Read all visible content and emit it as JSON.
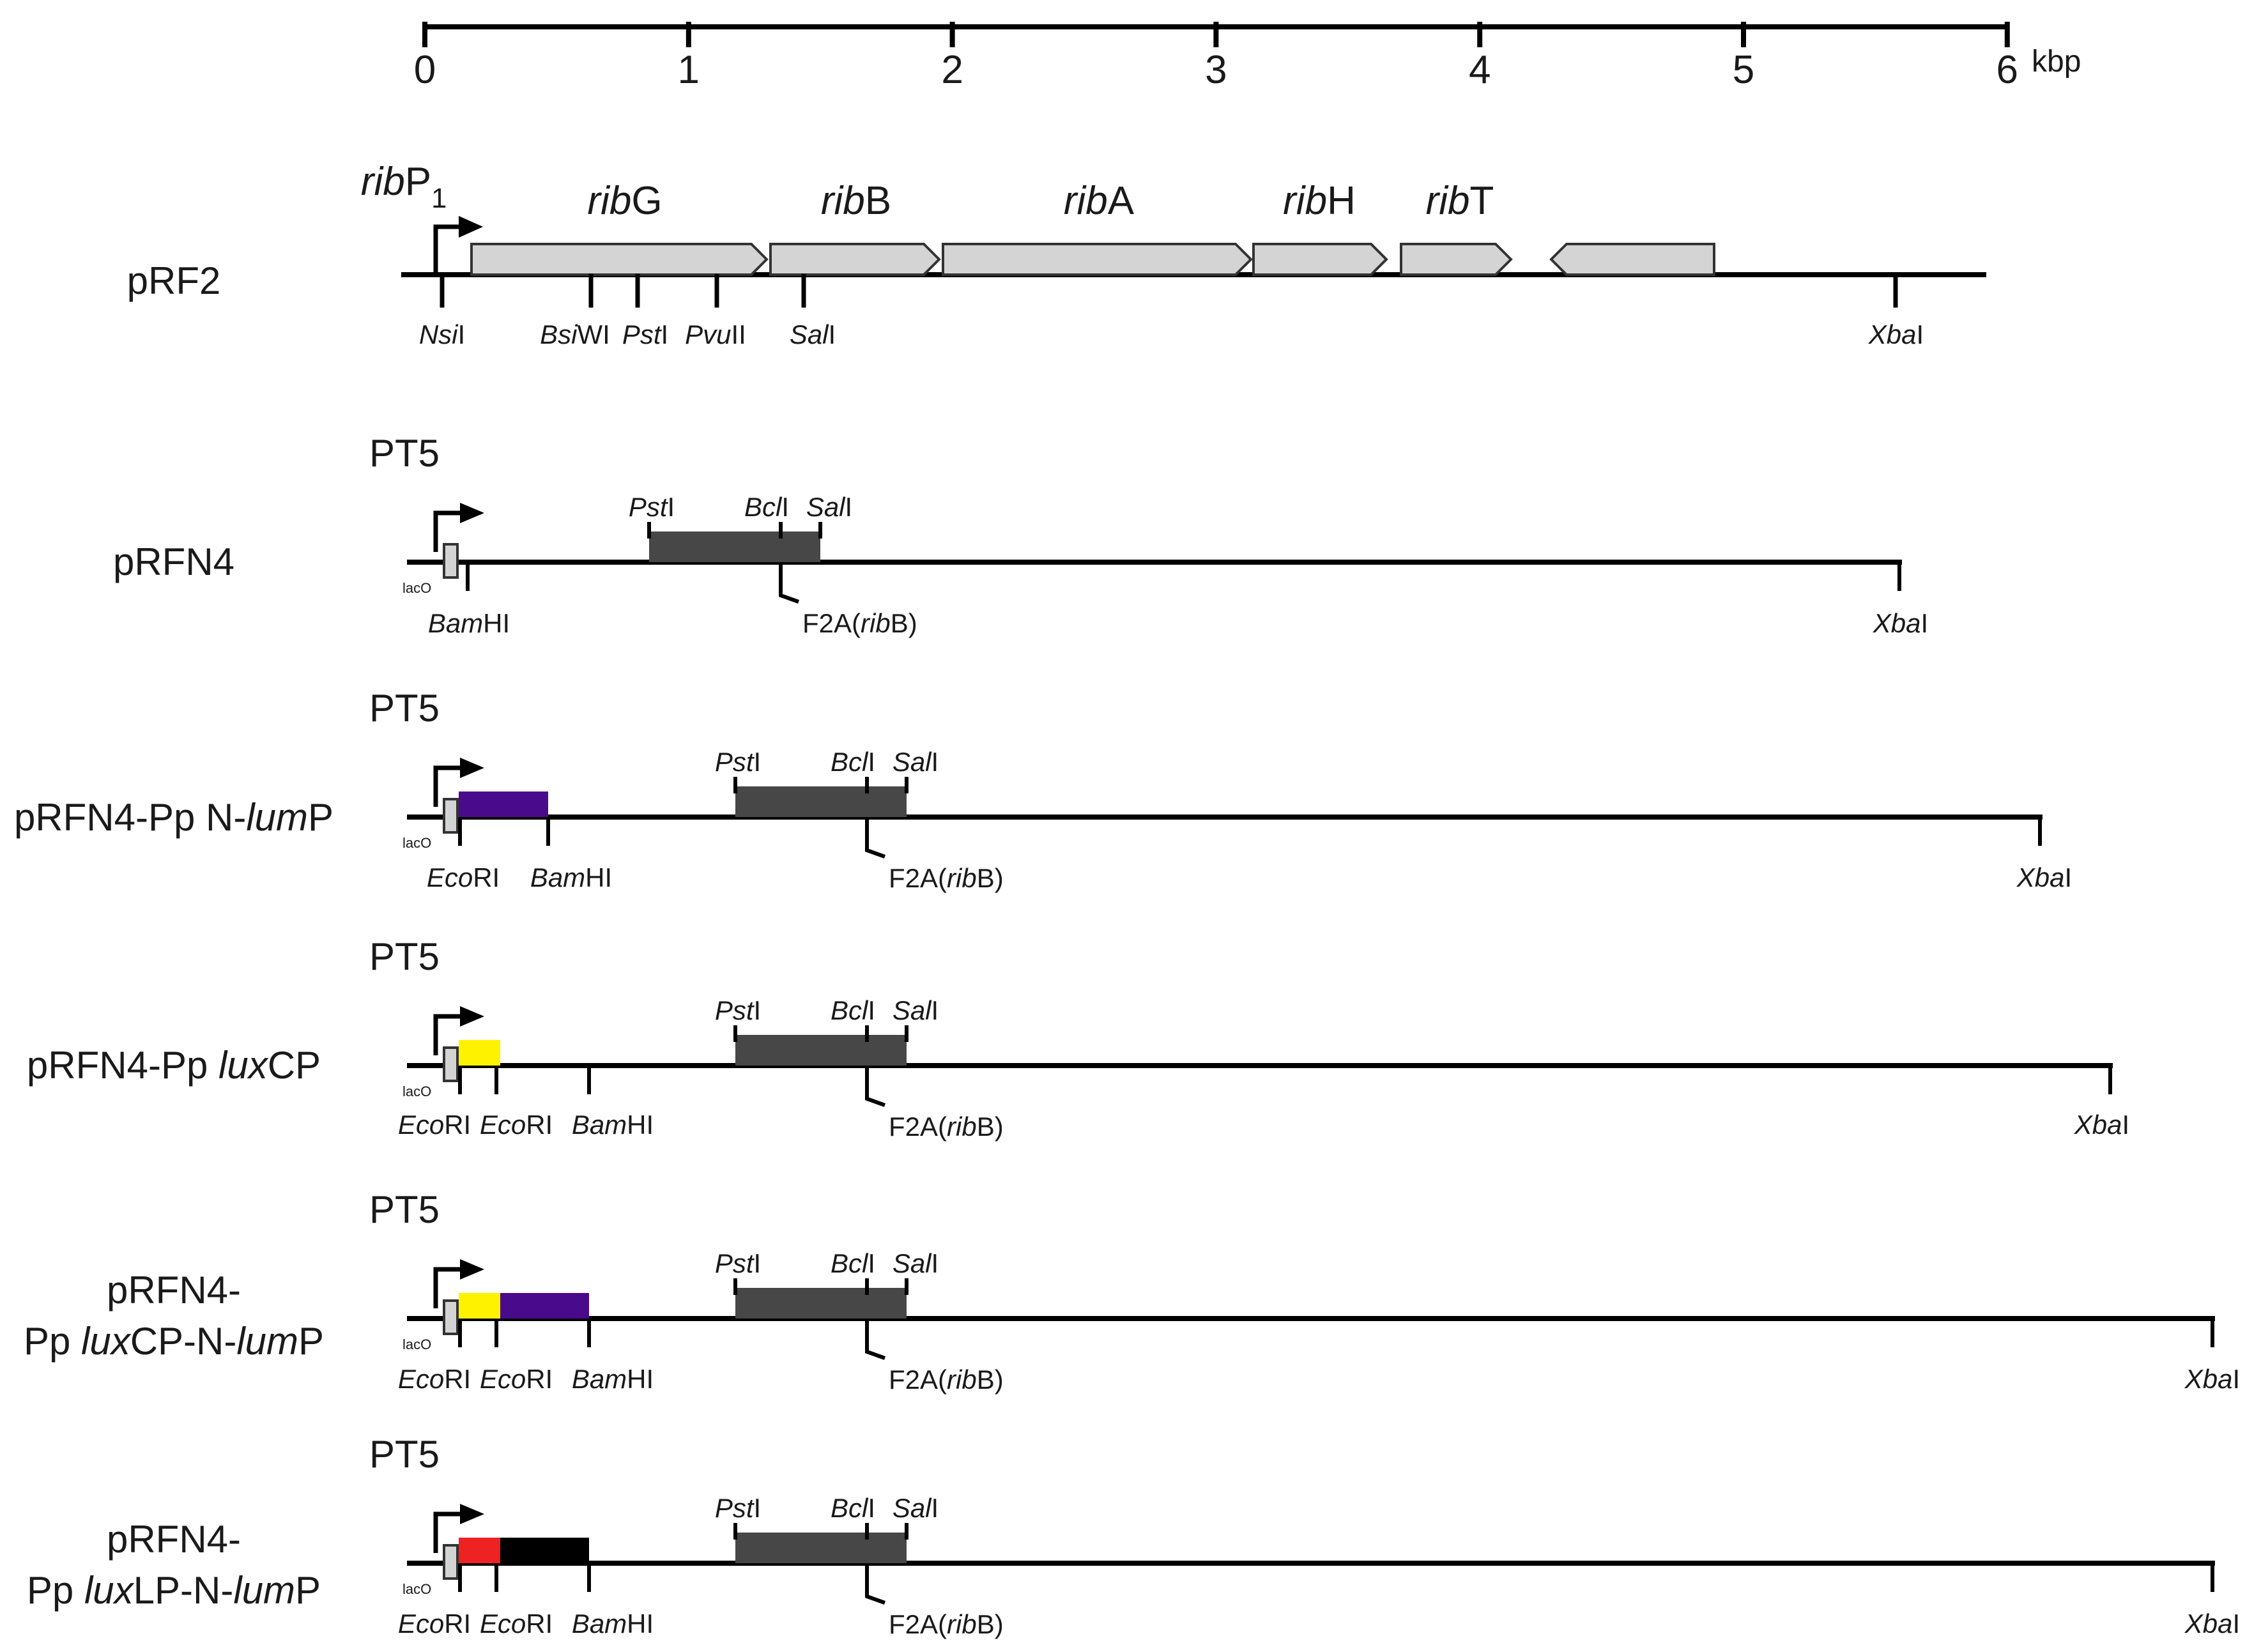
{
  "scale": {
    "ticks": [
      "0",
      "1",
      "2",
      "3",
      "4",
      "5",
      "6"
    ],
    "unit": "kbp"
  },
  "constructs": [
    {
      "name_lines": [
        {
          "parts": [
            {
              "t": "pRF2",
              "i": false
            }
          ]
        }
      ],
      "promoter": {
        "parts": [
          {
            "t": "rib",
            "i": true
          },
          {
            "t": "P",
            "i": false
          }
        ],
        "sub": "1"
      },
      "genes": [
        {
          "parts": [
            {
              "t": "rib",
              "i": true
            },
            {
              "t": "G",
              "i": false
            }
          ]
        },
        {
          "parts": [
            {
              "t": "rib",
              "i": true
            },
            {
              "t": "B",
              "i": false
            }
          ]
        },
        {
          "parts": [
            {
              "t": "rib",
              "i": true
            },
            {
              "t": "A",
              "i": false
            }
          ]
        },
        {
          "parts": [
            {
              "t": "rib",
              "i": true
            },
            {
              "t": "H",
              "i": false
            }
          ]
        },
        {
          "parts": [
            {
              "t": "rib",
              "i": true
            },
            {
              "t": "T",
              "i": false
            }
          ]
        },
        {
          "parts": []
        }
      ],
      "sites": [
        {
          "parts": [
            {
              "t": "Nsi",
              "i": true
            },
            {
              "t": "I",
              "i": false
            }
          ]
        },
        {
          "parts": [
            {
              "t": "Bsi",
              "i": true
            },
            {
              "t": "WI",
              "i": false
            }
          ]
        },
        {
          "parts": [
            {
              "t": "Pst",
              "i": true
            },
            {
              "t": "I",
              "i": false
            }
          ]
        },
        {
          "parts": [
            {
              "t": "Pvu",
              "i": true
            },
            {
              "t": "II",
              "i": false
            }
          ]
        },
        {
          "parts": [
            {
              "t": "Sal",
              "i": true
            },
            {
              "t": "I",
              "i": false
            }
          ]
        },
        {
          "parts": [
            {
              "t": "Xba",
              "i": true
            },
            {
              "t": "I",
              "i": false
            }
          ]
        }
      ]
    },
    {
      "name_lines": [
        {
          "parts": [
            {
              "t": "pRFN4",
              "i": false
            }
          ]
        }
      ],
      "promoter_label": "PT5",
      "operator_label": "lacO",
      "upper_sites": [
        {
          "parts": [
            {
              "t": "Pst",
              "i": true
            },
            {
              "t": "I",
              "i": false
            }
          ]
        },
        {
          "parts": [
            {
              "t": "Bcl",
              "i": true
            },
            {
              "t": "I",
              "i": false
            }
          ]
        },
        {
          "parts": [
            {
              "t": "Sal",
              "i": true
            },
            {
              "t": "I",
              "i": false
            }
          ]
        }
      ],
      "lower_sites": [
        {
          "parts": [
            {
              "t": "Bam",
              "i": true
            },
            {
              "t": "HI",
              "i": false
            }
          ]
        },
        {
          "parts": [
            {
              "t": "Xba",
              "i": true
            },
            {
              "t": "I",
              "i": false
            }
          ]
        }
      ],
      "fusion": {
        "parts": [
          {
            "t": "F2A(",
            "i": false
          },
          {
            "t": "rib",
            "i": true
          },
          {
            "t": "B)",
            "i": false
          }
        ]
      }
    },
    {
      "name_lines": [
        {
          "parts": [
            {
              "t": "pRFN4-Pp N-",
              "i": false
            },
            {
              "t": "lum",
              "i": true
            },
            {
              "t": "P",
              "i": false
            }
          ]
        }
      ],
      "promoter_label": "PT5",
      "operator_label": "lacO",
      "insert_colors": [
        "#4a0a8c"
      ],
      "upper_sites": [
        {
          "parts": [
            {
              "t": "Pst",
              "i": true
            },
            {
              "t": "I",
              "i": false
            }
          ]
        },
        {
          "parts": [
            {
              "t": "Bcl",
              "i": true
            },
            {
              "t": "I",
              "i": false
            }
          ]
        },
        {
          "parts": [
            {
              "t": "Sal",
              "i": true
            },
            {
              "t": "I",
              "i": false
            }
          ]
        }
      ],
      "lower_sites": [
        {
          "parts": [
            {
              "t": "Eco",
              "i": true
            },
            {
              "t": "RI",
              "i": false
            }
          ]
        },
        {
          "parts": [
            {
              "t": "Bam",
              "i": true
            },
            {
              "t": "HI",
              "i": false
            }
          ]
        },
        {
          "parts": [
            {
              "t": "Xba",
              "i": true
            },
            {
              "t": "I",
              "i": false
            }
          ]
        }
      ],
      "fusion": {
        "parts": [
          {
            "t": "F2A(",
            "i": false
          },
          {
            "t": "rib",
            "i": true
          },
          {
            "t": "B)",
            "i": false
          }
        ]
      }
    },
    {
      "name_lines": [
        {
          "parts": [
            {
              "t": "pRFN4-Pp ",
              "i": false
            },
            {
              "t": "lux",
              "i": true
            },
            {
              "t": "CP",
              "i": false
            }
          ]
        }
      ],
      "promoter_label": "PT5",
      "operator_label": "lacO",
      "insert_colors": [
        "#fff200"
      ],
      "upper_sites": [
        {
          "parts": [
            {
              "t": "Pst",
              "i": true
            },
            {
              "t": "I",
              "i": false
            }
          ]
        },
        {
          "parts": [
            {
              "t": "Bcl",
              "i": true
            },
            {
              "t": "I",
              "i": false
            }
          ]
        },
        {
          "parts": [
            {
              "t": "Sal",
              "i": true
            },
            {
              "t": "I",
              "i": false
            }
          ]
        }
      ],
      "lower_sites": [
        {
          "parts": [
            {
              "t": "Eco",
              "i": true
            },
            {
              "t": "RI",
              "i": false
            }
          ]
        },
        {
          "parts": [
            {
              "t": "Eco",
              "i": true
            },
            {
              "t": "RI",
              "i": false
            }
          ]
        },
        {
          "parts": [
            {
              "t": "Bam",
              "i": true
            },
            {
              "t": "HI",
              "i": false
            }
          ]
        },
        {
          "parts": [
            {
              "t": "Xba",
              "i": true
            },
            {
              "t": "I",
              "i": false
            }
          ]
        }
      ],
      "fusion": {
        "parts": [
          {
            "t": "F2A(",
            "i": false
          },
          {
            "t": "rib",
            "i": true
          },
          {
            "t": "B)",
            "i": false
          }
        ]
      }
    },
    {
      "name_lines": [
        {
          "parts": [
            {
              "t": "pRFN4-",
              "i": false
            }
          ]
        },
        {
          "parts": [
            {
              "t": "Pp ",
              "i": false
            },
            {
              "t": "lux",
              "i": true
            },
            {
              "t": "CP-N-",
              "i": false
            },
            {
              "t": "lum",
              "i": true
            },
            {
              "t": "P",
              "i": false
            }
          ]
        }
      ],
      "promoter_label": "PT5",
      "operator_label": "lacO",
      "insert_colors": [
        "#fff200",
        "#4a0a8c"
      ],
      "upper_sites": [
        {
          "parts": [
            {
              "t": "Pst",
              "i": true
            },
            {
              "t": "I",
              "i": false
            }
          ]
        },
        {
          "parts": [
            {
              "t": "Bcl",
              "i": true
            },
            {
              "t": "I",
              "i": false
            }
          ]
        },
        {
          "parts": [
            {
              "t": "Sal",
              "i": true
            },
            {
              "t": "I",
              "i": false
            }
          ]
        }
      ],
      "lower_sites": [
        {
          "parts": [
            {
              "t": "Eco",
              "i": true
            },
            {
              "t": "RI",
              "i": false
            }
          ]
        },
        {
          "parts": [
            {
              "t": "Eco",
              "i": true
            },
            {
              "t": "RI",
              "i": false
            }
          ]
        },
        {
          "parts": [
            {
              "t": "Bam",
              "i": true
            },
            {
              "t": "HI",
              "i": false
            }
          ]
        },
        {
          "parts": [
            {
              "t": "Xba",
              "i": true
            },
            {
              "t": "I",
              "i": false
            }
          ]
        }
      ],
      "fusion": {
        "parts": [
          {
            "t": "F2A(",
            "i": false
          },
          {
            "t": "rib",
            "i": true
          },
          {
            "t": "B)",
            "i": false
          }
        ]
      }
    },
    {
      "name_lines": [
        {
          "parts": [
            {
              "t": "pRFN4-",
              "i": false
            }
          ]
        },
        {
          "parts": [
            {
              "t": "Pp ",
              "i": false
            },
            {
              "t": "lux",
              "i": true
            },
            {
              "t": "LP-N-",
              "i": false
            },
            {
              "t": "lum",
              "i": true
            },
            {
              "t": "P",
              "i": false
            }
          ]
        }
      ],
      "promoter_label": "PT5",
      "operator_label": "lacO",
      "insert_colors": [
        "#ee2222",
        "#000000"
      ],
      "upper_sites": [
        {
          "parts": [
            {
              "t": "Pst",
              "i": true
            },
            {
              "t": "I",
              "i": false
            }
          ]
        },
        {
          "parts": [
            {
              "t": "Bcl",
              "i": true
            },
            {
              "t": "I",
              "i": false
            }
          ]
        },
        {
          "parts": [
            {
              "t": "Sal",
              "i": true
            },
            {
              "t": "I",
              "i": false
            }
          ]
        }
      ],
      "lower_sites": [
        {
          "parts": [
            {
              "t": "Eco",
              "i": true
            },
            {
              "t": "RI",
              "i": false
            }
          ]
        },
        {
          "parts": [
            {
              "t": "Eco",
              "i": true
            },
            {
              "t": "RI",
              "i": false
            }
          ]
        },
        {
          "parts": [
            {
              "t": "Bam",
              "i": true
            },
            {
              "t": "HI",
              "i": false
            }
          ]
        },
        {
          "parts": [
            {
              "t": "Xba",
              "i": true
            },
            {
              "t": "I",
              "i": false
            }
          ]
        }
      ],
      "fusion": {
        "parts": [
          {
            "t": "F2A(",
            "i": false
          },
          {
            "t": "rib",
            "i": true
          },
          {
            "t": "B)",
            "i": false
          }
        ]
      }
    }
  ],
  "colors": {
    "gene_fill": "#d4d4d4",
    "ribB_block": "#474747",
    "line": "#000000"
  }
}
